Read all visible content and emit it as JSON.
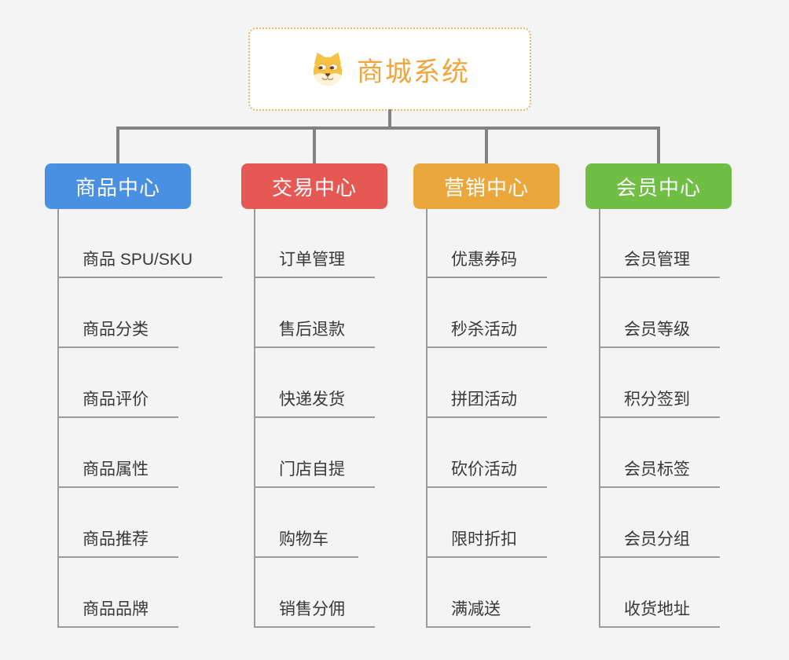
{
  "root": {
    "title": "商城系统",
    "icon": "shiba-dog-icon",
    "title_color": "#f2a53c",
    "border_color": "#f0b45f"
  },
  "connector_colors": {
    "tree": "#828282",
    "spine": "#9b9b9b"
  },
  "branches": [
    {
      "label": "商品中心",
      "color": "#4a90e2",
      "items": [
        "商品 SPU/SKU",
        "商品分类",
        "商品评价",
        "商品属性",
        "商品推荐",
        "商品品牌"
      ]
    },
    {
      "label": "交易中心",
      "color": "#e65853",
      "items": [
        "订单管理",
        "售后退款",
        "快递发货",
        "门店自提",
        "购物车",
        "销售分佣"
      ]
    },
    {
      "label": "营销中心",
      "color": "#eaa83c",
      "items": [
        "优惠券码",
        "秒杀活动",
        "拼团活动",
        "砍价活动",
        "限时折扣",
        "满减送"
      ]
    },
    {
      "label": "会员中心",
      "color": "#6ebf44",
      "items": [
        "会员管理",
        "会员等级",
        "积分签到",
        "会员标签",
        "会员分组",
        "收货地址"
      ]
    }
  ]
}
